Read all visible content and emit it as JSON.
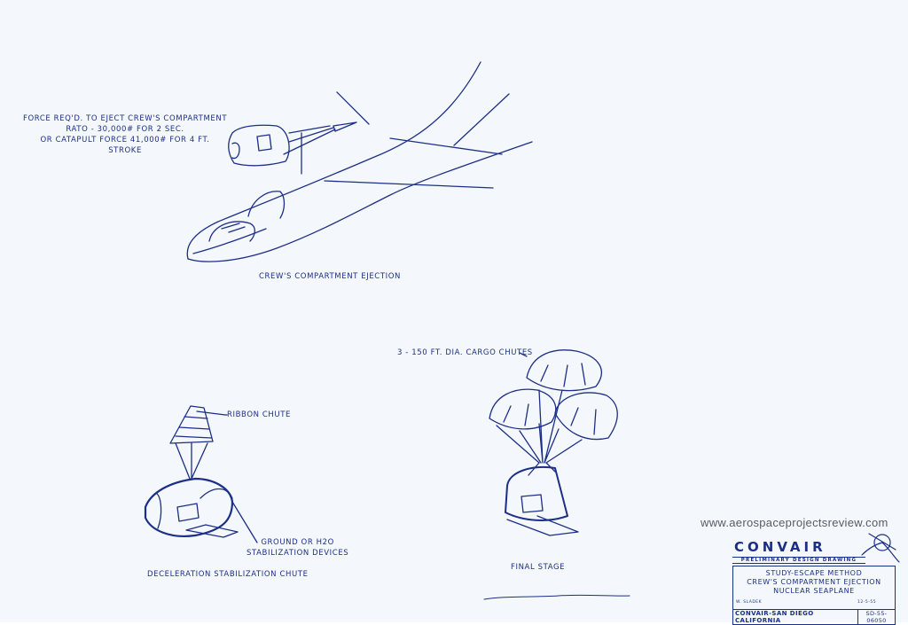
{
  "drawing": {
    "force_note": [
      "FORCE REQ'D. TO EJECT CREW'S COMPARTMENT",
      "RATO - 30,000# FOR 2 SEC.",
      "OR CATAPULT FORCE 41,000# FOR 4 FT.",
      "STROKE"
    ],
    "ejection_label": "CREW'S COMPARTMENT EJECTION",
    "ribbon_chute_label": "RIBBON CHUTE",
    "stabilization_label": [
      "GROUND OR H2O",
      "STABILIZATION DEVICES"
    ],
    "deceleration_label": "DECELERATION STABILIZATION CHUTE",
    "cargo_chutes_label": "3 - 150 FT. DIA. CARGO CHUTES",
    "final_stage_label": "FINAL STAGE"
  },
  "watermark": "www.aerospaceprojectsreview.com",
  "title_block": {
    "brand": "CONVAIR",
    "preliminary": "PRELIMINARY DESIGN DRAWING",
    "lines": [
      "STUDY-ESCAPE METHOD",
      "CREW'S COMPARTMENT EJECTION",
      "NUCLEAR SEAPLANE"
    ],
    "drawn_by": "W. SLADEK",
    "date": "12-5-55",
    "footer": "CONVAIR-SAN DIEGO CALIFORNIA",
    "drawing_number": "SD-55-06050"
  },
  "colors": {
    "ink": "#1c2f86",
    "paper": "#f4f7fb"
  }
}
